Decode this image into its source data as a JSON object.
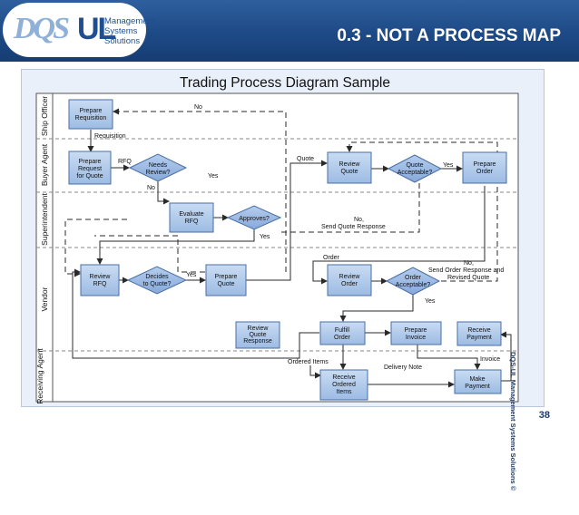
{
  "header": {
    "logo_line1": "Management",
    "logo_line2": "Systems",
    "logo_line3": "Solutions",
    "title": "0.3 - NOT A PROCESS MAP"
  },
  "side_copyright": "DQS-UL Management Systems Solutions ©",
  "page_number": "38",
  "diagram": {
    "title": "Trading Process Diagram Sample",
    "lanes": [
      "Ship Officer",
      "Buyer Agent",
      "Superintendent",
      "Vendor",
      "Receiving Agent"
    ],
    "boxes": {
      "prepare_requisition": [
        "Prepare",
        "Requisition"
      ],
      "prepare_request_for_quote": [
        "Prepare",
        "Request",
        "for Quote"
      ],
      "evaluate_rfq": [
        "Evaluate",
        "RFQ"
      ],
      "review_quote_buyer": [
        "Review",
        "Quote"
      ],
      "prepare_order": [
        "Prepare",
        "Order"
      ],
      "review_rfq": [
        "Review",
        "RFQ"
      ],
      "prepare_quote": [
        "Prepare",
        "Quote"
      ],
      "review_order": [
        "Review",
        "Order"
      ],
      "review_quote_response": [
        "Review",
        "Quote",
        "Response"
      ],
      "fulfill_order": [
        "Fulfill",
        "Order"
      ],
      "prepare_invoice": [
        "Prepare",
        "Invoice"
      ],
      "receive_payment": [
        "Receive",
        "Payment"
      ],
      "receive_ordered_items": [
        "Receive",
        "Ordered",
        "Items"
      ],
      "make_payment": [
        "Make",
        "Payment"
      ]
    },
    "decisions": {
      "needs_review": [
        "Needs",
        "Review?"
      ],
      "approves": [
        "Approves?"
      ],
      "quote_acceptable": [
        "Quote",
        "Acceptable?"
      ],
      "decides_to_quote": [
        "Decides",
        "to Quote?"
      ],
      "order_acceptable": [
        "Order",
        "Acceptable?"
      ]
    },
    "flow_labels": {
      "no_top": "No",
      "requisition": "Requisition",
      "rfq": "RFQ",
      "yes_needs_review": "Yes",
      "no_needs_review": "No",
      "yes_approves": "Yes",
      "quote": "Quote",
      "yes_quote_acceptable": "Yes",
      "no_send_quote_response_1": "No,",
      "no_send_quote_response_2": "Send Quote Response",
      "order": "Order",
      "no_order_1": "No,",
      "no_order_2": "Send Order Response and",
      "no_order_3": "Revised Quote",
      "yes_decides": "Yes",
      "yes_order_acceptable": "Yes",
      "ordered_items": "Ordered Items",
      "delivery_note": "Delivery Note",
      "invoice": "Invoice"
    }
  }
}
